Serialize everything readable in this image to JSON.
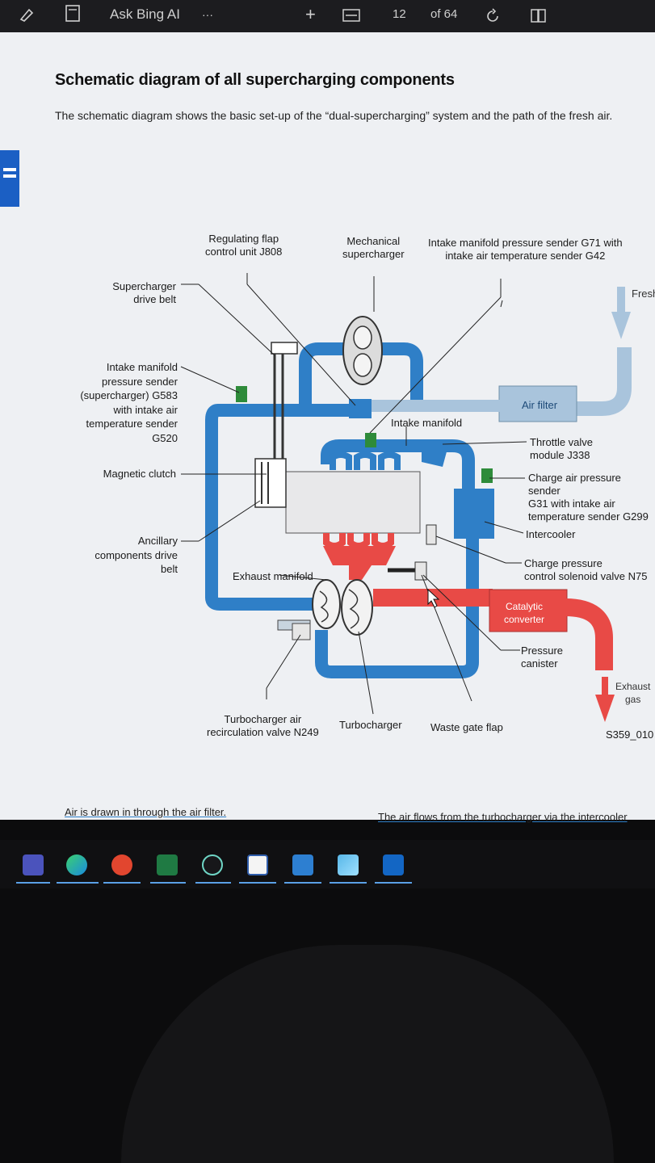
{
  "toolbar": {
    "ask_bing": "Ask Bing AI",
    "more": "···",
    "add": "+",
    "page_current": "12",
    "page_total": "of 64"
  },
  "doc": {
    "title": "Schematic diagram of all supercharging components",
    "intro": "The schematic diagram shows the basic set-up of the “dual-supercharging” system and the path of the fresh air.",
    "footer_left": "Air is drawn in through the air filter.",
    "footer_right": "The air flows from the turbocharger via the intercooler"
  },
  "diagram": {
    "labels": {
      "regulating_flap": "Regulating flap\ncontrol unit J808",
      "mech_supercharger": "Mechanical\nsupercharger",
      "intake_pressure_sender": "Intake manifold pressure sender G71 with\nintake air temperature sender G42",
      "fresh": "Fresh",
      "supercharger_belt": "Supercharger\ndrive belt",
      "intake_sender_g583": "Intake manifold\npressure sender\n(supercharger) G583\nwith intake air\ntemperature sender\nG520",
      "air_filter": "Air filter",
      "intake_manifold": "Intake manifold",
      "throttle": "Throttle valve\nmodule J338",
      "magnetic_clutch": "Magnetic clutch",
      "charge_air_sender": "Charge air pressure sender\nG31 with intake air\ntemperature sender G299",
      "intercooler": "Intercooler",
      "ancillary_belt": "Ancillary\ncomponents drive\nbelt",
      "exhaust_manifold": "Exhaust manifold",
      "charge_pressure_valve": "Charge pressure\ncontrol solenoid valve N75",
      "catalytic": "Catalytic\nconverter",
      "pressure_canister": "Pressure\ncanister",
      "exhaust_gas": "Exhaust\ngas",
      "recirc_valve": "Turbocharger air\nrecirculation valve N249",
      "turbocharger": "Turbocharger",
      "waste_gate": "Waste gate flap",
      "figure_id": "S359_010"
    },
    "colors": {
      "fresh_air": "#a9c4dc",
      "charged_air": "#2f7fc7",
      "exhaust": "#e84a46",
      "sensor": "#2e8b3a"
    }
  },
  "taskbar": {
    "apps": [
      "teams-icon",
      "edge-icon",
      "browser-icon",
      "excel-icon",
      "snip-icon",
      "notes-icon",
      "files-icon",
      "photos-icon",
      "outlook-icon"
    ]
  }
}
